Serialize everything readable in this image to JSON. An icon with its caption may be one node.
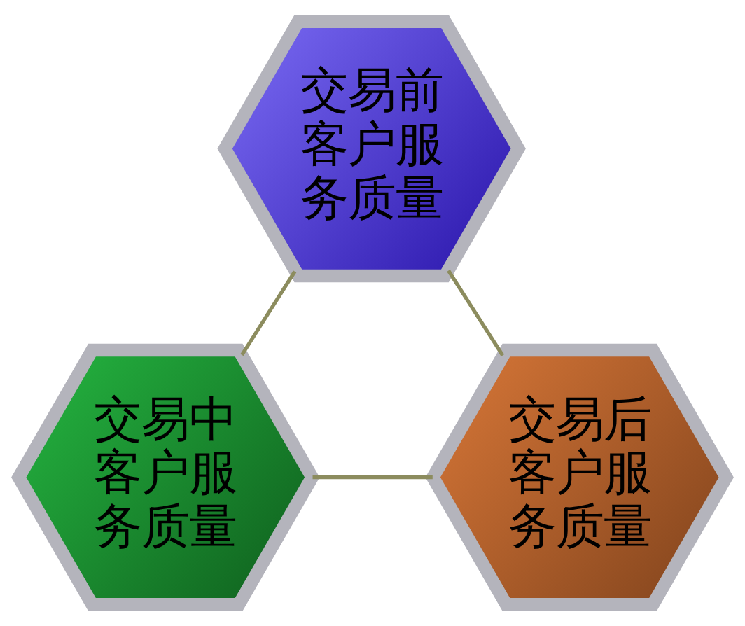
{
  "diagram": {
    "nodes": [
      {
        "text": [
          "交易前客户服务质量"
        ]
      },
      {
        "text": [
          "交易中客户服务质量"
        ]
      },
      {
        "text": [
          "交易后客户服务质量"
        ]
      }
    ],
    "edges": [
      {
        "from": 0,
        "to": 1,
        "arrow": "none"
      },
      {
        "from": 0,
        "to": 2,
        "arrow": "none"
      },
      {
        "from": 1,
        "to": 2,
        "arrow": "none"
      }
    ]
  }
}
